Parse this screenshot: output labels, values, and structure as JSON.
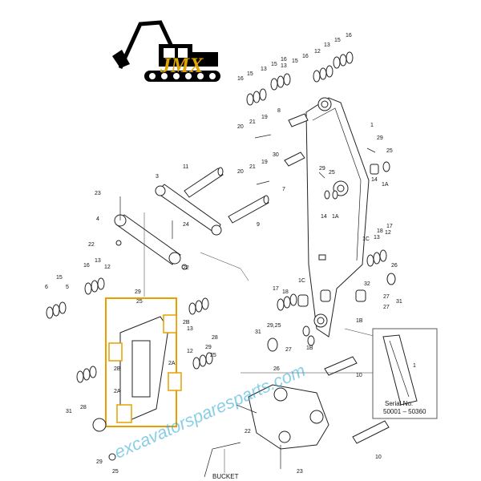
{
  "logo": {
    "text": "JMX"
  },
  "watermark": {
    "text": "excavatorsparesparts.com"
  },
  "serial": {
    "line1": "Serial No.",
    "line2": "50001 – 50360"
  },
  "bucket_label": "BUCKET",
  "labels": [
    {
      "id": "l16a",
      "text": "16"
    },
    {
      "id": "l15a",
      "text": "15"
    },
    {
      "id": "l13a",
      "text": "13"
    },
    {
      "id": "l12a",
      "text": "12"
    },
    {
      "id": "l16b",
      "text": "16"
    },
    {
      "id": "l15b",
      "text": "15"
    },
    {
      "id": "l13b",
      "text": "13"
    },
    {
      "id": "l16c",
      "text": "16"
    },
    {
      "id": "l15c",
      "text": "15"
    },
    {
      "id": "l13c",
      "text": "13"
    },
    {
      "id": "l16d",
      "text": "16"
    },
    {
      "id": "l15d",
      "text": "15"
    },
    {
      "id": "l1",
      "text": "1"
    },
    {
      "id": "l8",
      "text": "8"
    },
    {
      "id": "l20a",
      "text": "20"
    },
    {
      "id": "l21a",
      "text": "21"
    },
    {
      "id": "l19a",
      "text": "19"
    },
    {
      "id": "l29a",
      "text": "29"
    },
    {
      "id": "l25a",
      "text": "25"
    },
    {
      "id": "l30",
      "text": "30"
    },
    {
      "id": "l11",
      "text": "11"
    },
    {
      "id": "l20b",
      "text": "20"
    },
    {
      "id": "l21b",
      "text": "21"
    },
    {
      "id": "l19b",
      "text": "19"
    },
    {
      "id": "l7",
      "text": "7"
    },
    {
      "id": "l29b",
      "text": "29"
    },
    {
      "id": "l25b",
      "text": "25"
    },
    {
      "id": "l14a",
      "text": "14"
    },
    {
      "id": "l1Aa",
      "text": "1A"
    },
    {
      "id": "l14b",
      "text": "14"
    },
    {
      "id": "l1Ab",
      "text": "1A"
    },
    {
      "id": "l3",
      "text": "3"
    },
    {
      "id": "l23a",
      "text": "23"
    },
    {
      "id": "l9",
      "text": "9"
    },
    {
      "id": "l4",
      "text": "4"
    },
    {
      "id": "l24",
      "text": "24"
    },
    {
      "id": "l22a",
      "text": "22"
    },
    {
      "id": "l22b",
      "text": "22"
    },
    {
      "id": "l13d",
      "text": "13"
    },
    {
      "id": "l16e",
      "text": "16"
    },
    {
      "id": "l12b",
      "text": "12"
    },
    {
      "id": "l6",
      "text": "6"
    },
    {
      "id": "l15e",
      "text": "15"
    },
    {
      "id": "l5",
      "text": "5"
    },
    {
      "id": "l13e",
      "text": "13"
    },
    {
      "id": "l12c",
      "text": "12"
    },
    {
      "id": "l1C",
      "text": "1C"
    },
    {
      "id": "l18a",
      "text": "18"
    },
    {
      "id": "l17a",
      "text": "17"
    },
    {
      "id": "l26",
      "text": "26"
    },
    {
      "id": "l17b",
      "text": "17"
    },
    {
      "id": "l18b",
      "text": "18"
    },
    {
      "id": "l1Cb",
      "text": "1C"
    },
    {
      "id": "l29c",
      "text": "29"
    },
    {
      "id": "l25c",
      "text": "25"
    },
    {
      "id": "l2B",
      "text": "2B"
    },
    {
      "id": "l2Ba",
      "text": "2B"
    },
    {
      "id": "l2A",
      "text": "2A"
    },
    {
      "id": "l2Aa",
      "text": "2A"
    },
    {
      "id": "l29d",
      "text": "29"
    },
    {
      "id": "l25d",
      "text": "25"
    },
    {
      "id": "l28a",
      "text": "28"
    },
    {
      "id": "l13f",
      "text": "13"
    },
    {
      "id": "l12d",
      "text": "12"
    },
    {
      "id": "l27a",
      "text": "27"
    },
    {
      "id": "l31a",
      "text": "31"
    },
    {
      "id": "l28b",
      "text": "28"
    },
    {
      "id": "l31b",
      "text": "31"
    },
    {
      "id": "l1Ba",
      "text": "1B"
    },
    {
      "id": "l1Bb",
      "text": "1B"
    },
    {
      "id": "l27b",
      "text": "27"
    },
    {
      "id": "l31c",
      "text": "31"
    },
    {
      "id": "l10a",
      "text": "10"
    },
    {
      "id": "l1b",
      "text": "1"
    },
    {
      "id": "l26b",
      "text": "26"
    },
    {
      "id": "l27c",
      "text": "27"
    },
    {
      "id": "l10b",
      "text": "10"
    },
    {
      "id": "l29e",
      "text": "29"
    },
    {
      "id": "l25e",
      "text": "25"
    },
    {
      "id": "l22c",
      "text": "22"
    },
    {
      "id": "l23b",
      "text": "23"
    },
    {
      "id": "l32",
      "text": "32"
    },
    {
      "id": "l2925",
      "text": "29,25"
    }
  ]
}
